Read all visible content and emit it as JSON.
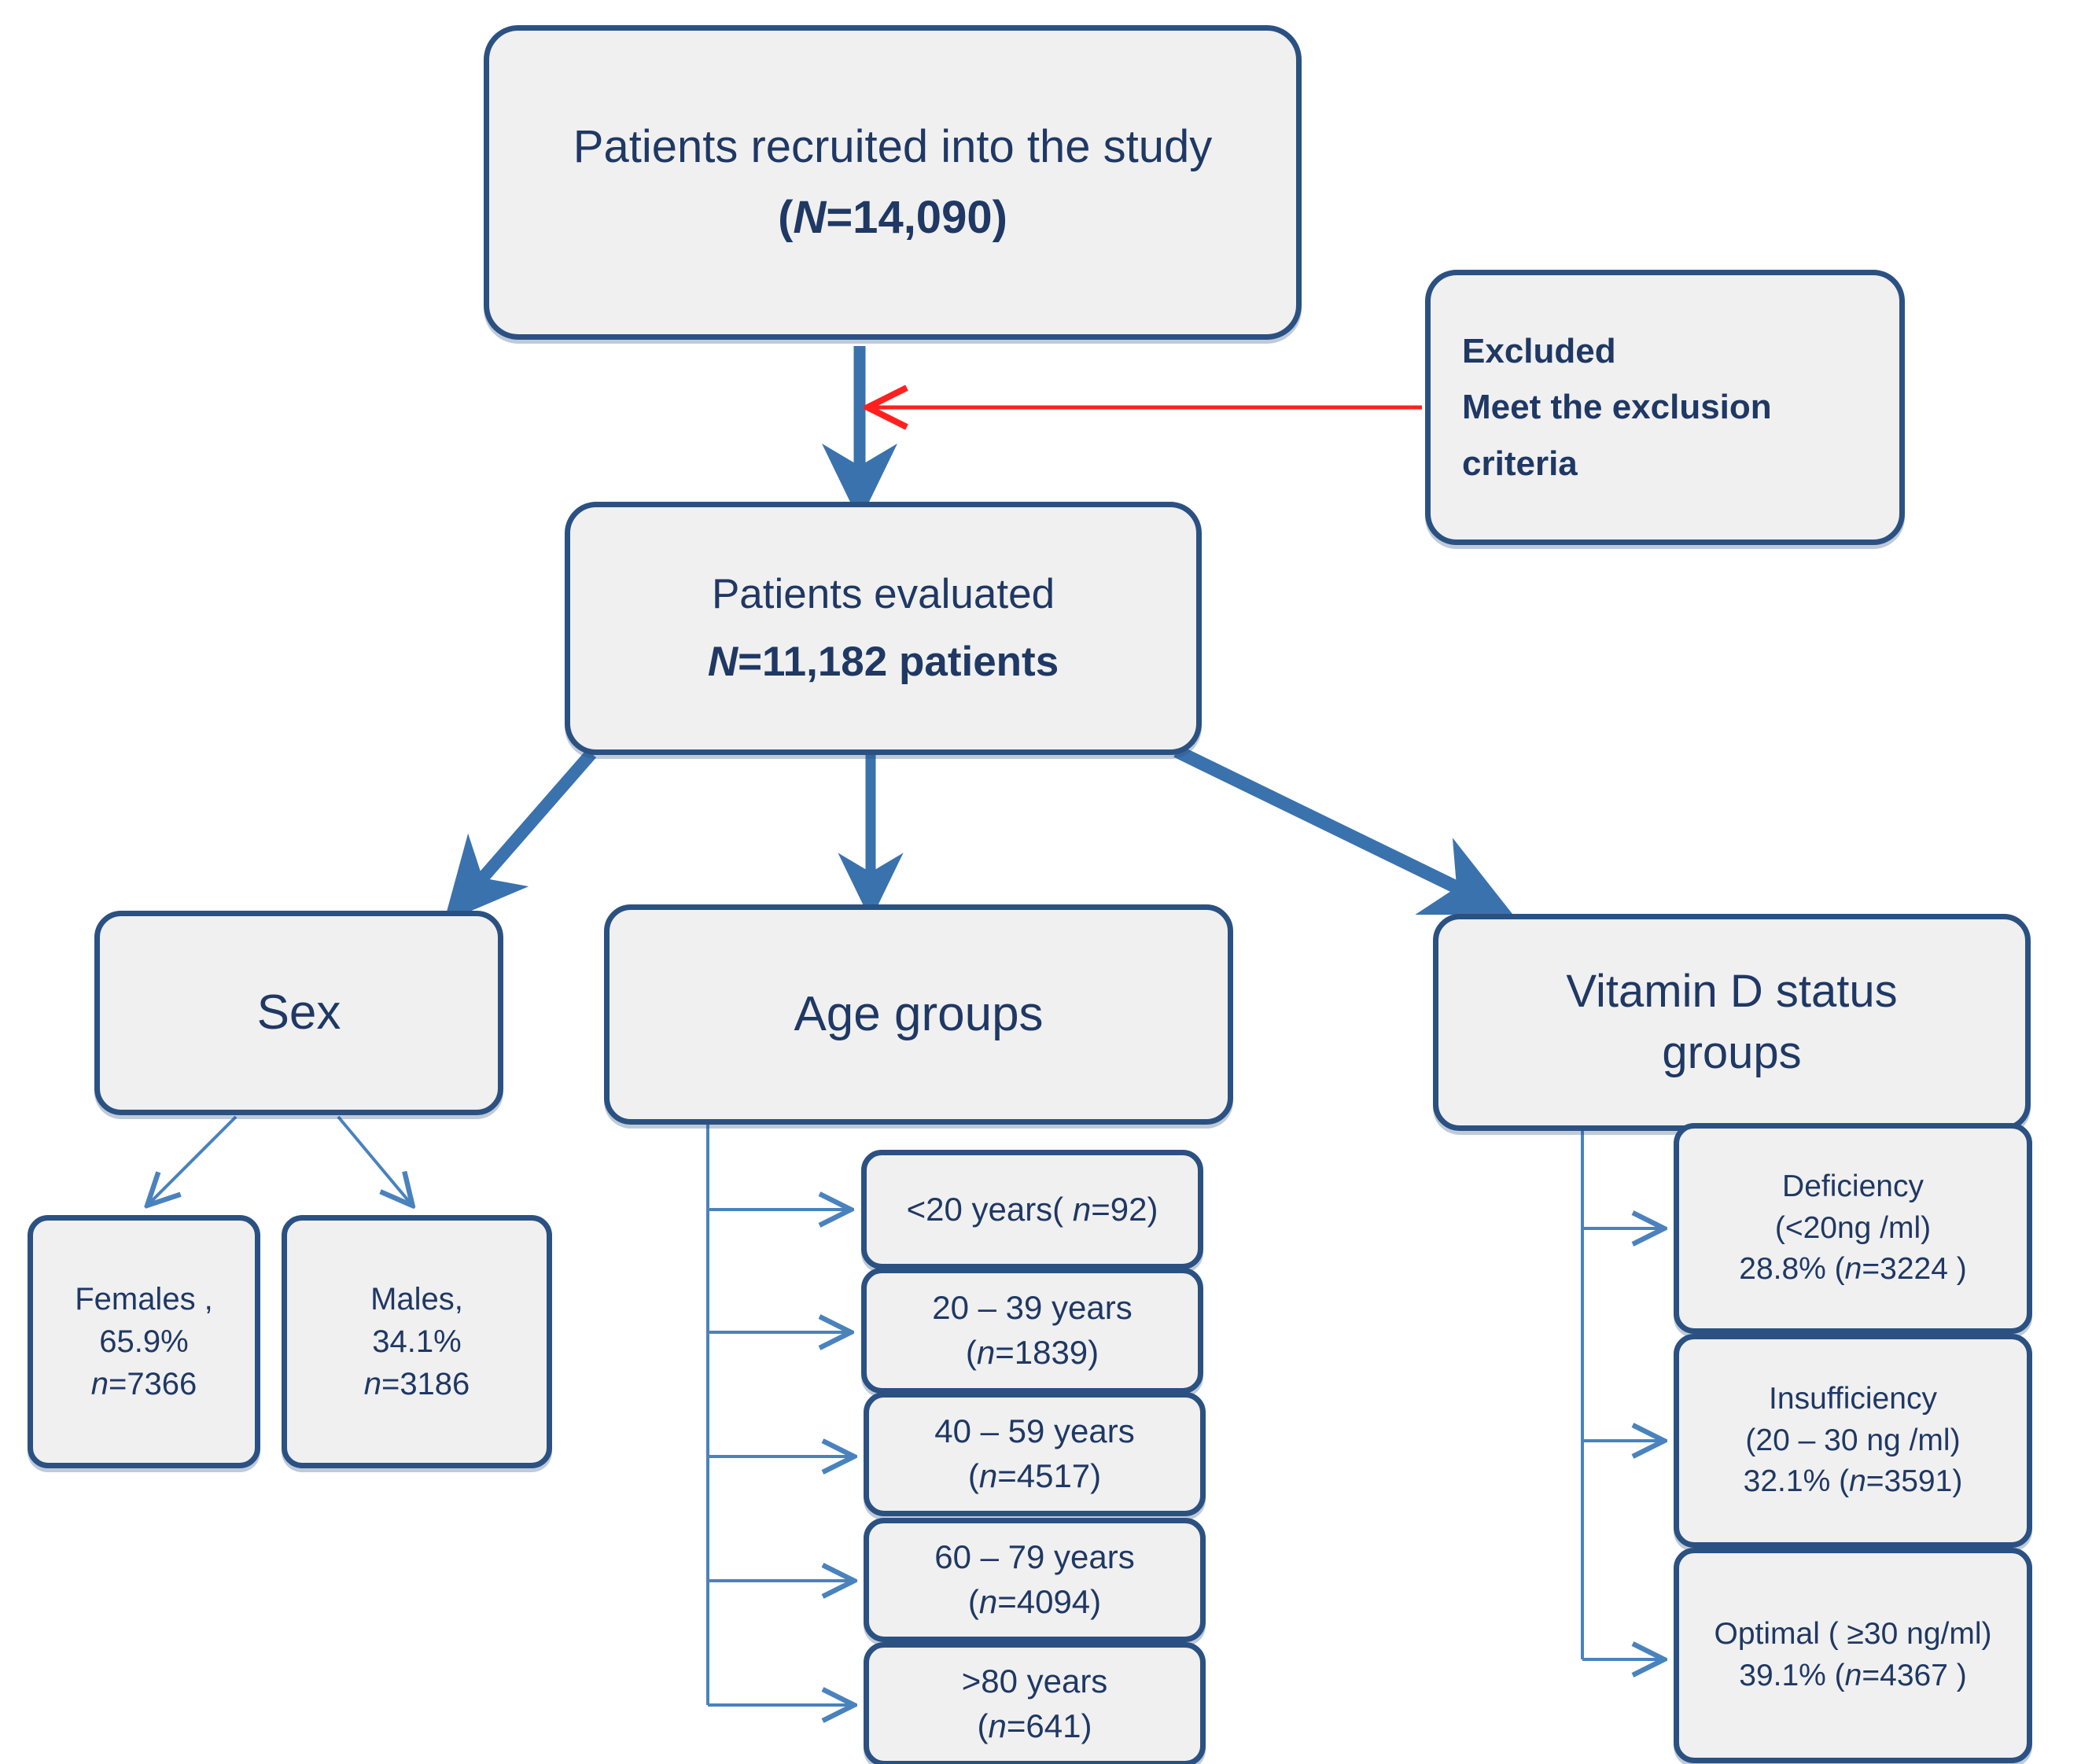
{
  "diagram": {
    "title": "Patient recruitment and grouping flowchart",
    "colors": {
      "box_fill": "#f0f0f0",
      "box_border": "#2a5182",
      "text": "#1f3864",
      "thick_arrow": "#3a72ad",
      "thin_arrow": "#4a82bd",
      "exclusion_arrow": "#ff2020"
    }
  },
  "nodes": {
    "recruited": {
      "line1": "Patients recruited into the study",
      "line2_prefix": "(",
      "line2_symbol": "N",
      "line2_value": "=14,090)"
    },
    "excluded": {
      "line1": "Excluded",
      "line2": "Meet the exclusion",
      "line3": "criteria"
    },
    "evaluated": {
      "line1": "Patients evaluated",
      "line2_symbol": "N",
      "line2_value": "=11,182  patients"
    },
    "sex": {
      "label": "Sex"
    },
    "age_groups": {
      "label": "Age groups"
    },
    "vitamin_d": {
      "line1": "Vitamin D status",
      "line2": "groups"
    },
    "females": {
      "line1": "Females ,",
      "line2": "65.9%",
      "line3_symbol": "n",
      "line3_value": "=7366"
    },
    "males": {
      "line1": "Males,",
      "line2": "34.1%",
      "line3_symbol": "n",
      "line3_value": "=3186"
    },
    "age_1": {
      "pre": "<20 years( ",
      "symbol": "n",
      "post": "=92)"
    },
    "age_2": {
      "line1": "20 – 39  years",
      "pre": "(",
      "symbol": "n",
      "post": "=1839)"
    },
    "age_3": {
      "line1": "40 – 59  years",
      "pre": "(",
      "symbol": "n",
      "post": "=4517)"
    },
    "age_4": {
      "line1": "60 – 79  years",
      "pre": "(",
      "symbol": "n",
      "post": "=4094)"
    },
    "age_5": {
      "line1": ">80 years",
      "pre": "(",
      "symbol": "n",
      "post": "=641)"
    },
    "vd_deficiency": {
      "line1": "Deficiency",
      "line2": "(<20ng /ml)",
      "line3_pre": "28.8% (",
      "line3_symbol": "n",
      "line3_post": "=3224 )"
    },
    "vd_insufficiency": {
      "line1": "Insufficiency",
      "line2": "(20 – 30 ng /ml)",
      "line3_pre": "32.1% (",
      "line3_symbol": "n",
      "line3_post": "=3591)"
    },
    "vd_optimal": {
      "line1": "Optimal (  ≥30 ng/ml)",
      "line2_pre": "39.1% (",
      "line2_symbol": "n",
      "line2_post": "=4367 )"
    }
  },
  "chart_data": {
    "type": "flowchart",
    "title": "Patients recruited into the study (N=14,090)",
    "total_recruited": 14090,
    "total_evaluated": 11182,
    "excluded_reason": "Meet the exclusion criteria",
    "groupings": [
      {
        "name": "Sex",
        "categories": [
          "Females",
          "Males"
        ],
        "percents": [
          65.9,
          34.1
        ],
        "counts": [
          7366,
          3186
        ]
      },
      {
        "name": "Age groups",
        "categories": [
          "<20 years",
          "20 – 39 years",
          "40 – 59 years",
          "60 – 79 years",
          ">80 years"
        ],
        "counts": [
          92,
          1839,
          4517,
          4094,
          641
        ]
      },
      {
        "name": "Vitamin D status groups",
        "categories": [
          "Deficiency (<20 ng/ml)",
          "Insufficiency (20 – 30 ng/ml)",
          "Optimal (≥30 ng/ml)"
        ],
        "percents": [
          28.8,
          32.1,
          39.1
        ],
        "counts": [
          3224,
          3591,
          4367
        ]
      }
    ]
  }
}
